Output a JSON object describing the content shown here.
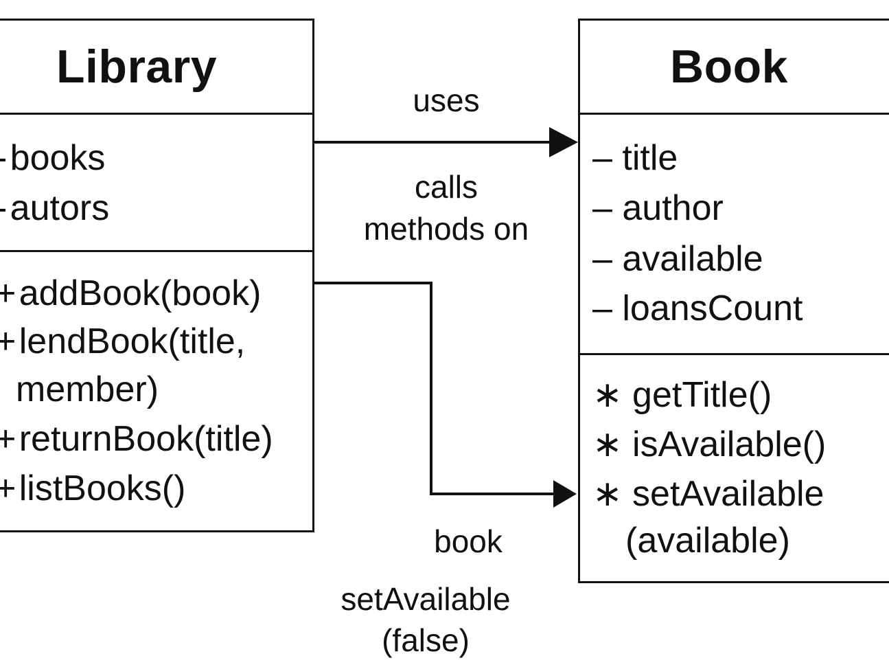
{
  "library": {
    "name": "Library",
    "attributes": [
      {
        "vis": "-",
        "text": "books"
      },
      {
        "vis": "-",
        "text": "autors"
      }
    ],
    "operations": [
      {
        "vis": "+",
        "text": "addBook(book)"
      },
      {
        "vis": "+",
        "text": "lendBook(title,"
      },
      {
        "vis": "",
        "text": "member)"
      },
      {
        "vis": "+",
        "text": "returnBook(title)"
      },
      {
        "vis": "+",
        "text": "listBooks()"
      }
    ]
  },
  "book": {
    "name": "Book",
    "attributes": [
      {
        "vis": "–",
        "text": "title"
      },
      {
        "vis": "–",
        "text": "author"
      },
      {
        "vis": "–",
        "text": "available"
      },
      {
        "vis": "–",
        "text": "loansCount"
      }
    ],
    "operations": [
      {
        "vis": "∗",
        "text": "getTitle()"
      },
      {
        "vis": "∗",
        "text": "isAvailable()"
      },
      {
        "vis": "∗",
        "text": "setAvailable"
      },
      {
        "vis": "",
        "text": "(available)"
      }
    ]
  },
  "edges": {
    "uses": "uses",
    "calls_line1": "calls",
    "calls_line2": "methods on",
    "book_label": "book",
    "set_available_line1": "setAvailable",
    "set_available_line2": "(false)"
  }
}
